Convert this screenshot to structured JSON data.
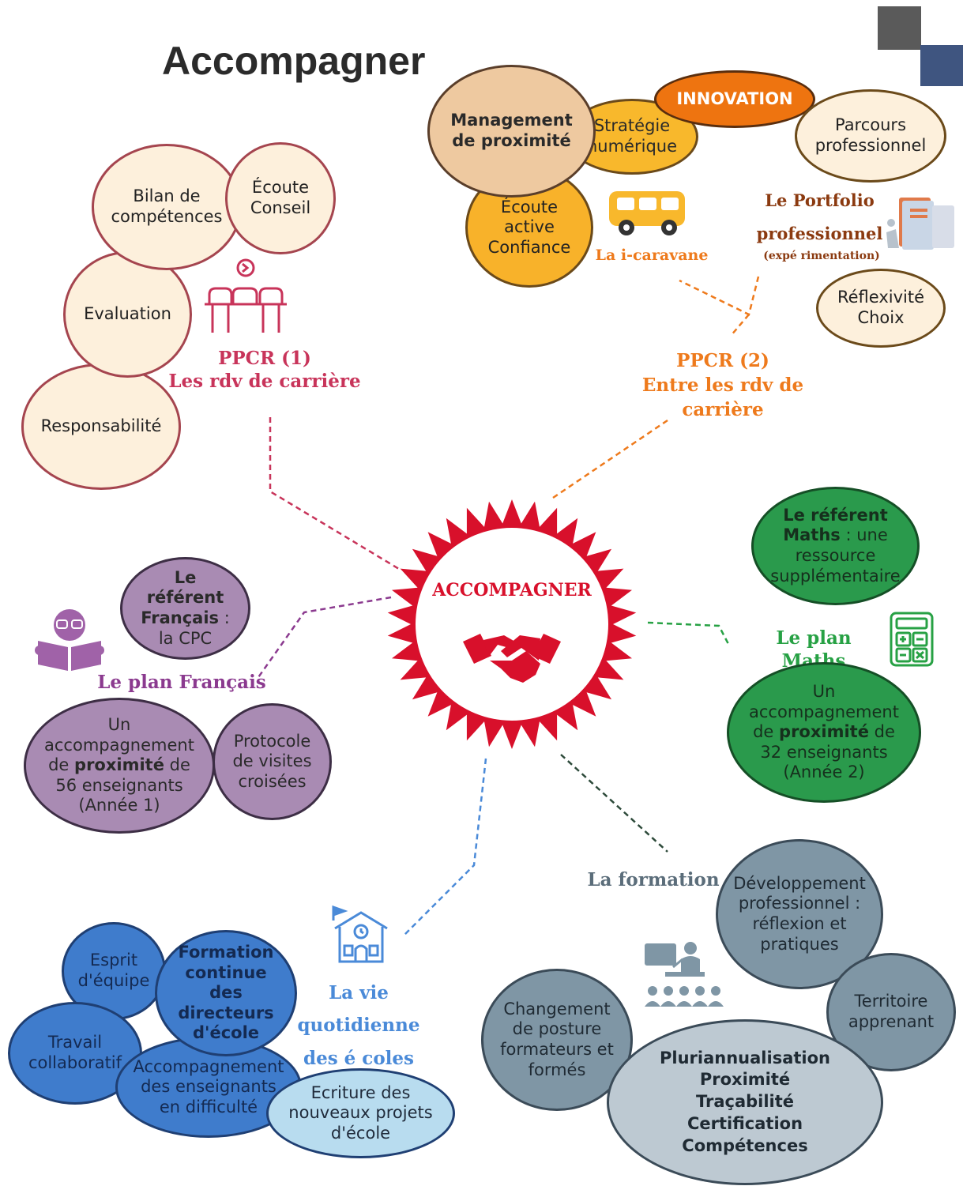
{
  "title": "Accompagner",
  "center": {
    "label": "ACCOMPAGNER",
    "icon": "handshake-icon"
  },
  "ppcr1": {
    "title": "PPCR (1)",
    "subtitle": "Les rdv de carrière",
    "bubbles": [
      "Bilan de compétences",
      "Écoute Conseil",
      "Evaluation",
      "Responsabilité"
    ]
  },
  "ppcr2": {
    "title": "PPCR (2)",
    "subtitle_line1": "Entre les rdv de",
    "subtitle_line2": "carrière",
    "management": "Management de proximité",
    "strategie": "Stratégie numérique",
    "innovation": "INNOVATION",
    "parcours": "Parcours professionnel",
    "ecoute": "Écoute active Confiance",
    "caravane": "La i-caravane",
    "portfolio_line1": "Le Portfolio",
    "portfolio_line2": "professionnel",
    "portfolio_note": "(expé rimentation)",
    "reflexivite": "Réflexivité Choix"
  },
  "francais": {
    "title": "Le plan Français",
    "referent_bold": "Le référent Français",
    "referent_rest": " : la CPC",
    "accomp_pre": "Un accompagnement de ",
    "accomp_bold": "proximité",
    "accomp_post": " de 56 enseignants (Année 1)",
    "protocole": "Protocole de visites croisées"
  },
  "maths": {
    "title": "Le plan Maths",
    "referent_bold1": "Le référent",
    "referent_bold2": "Maths",
    "referent_rest": " : une ressource supplémentaire",
    "accomp_pre": "Un accompagnement de ",
    "accomp_bold": "proximité",
    "accomp_post": " de 32 enseignants (Année 2)"
  },
  "vie": {
    "title_line1": "La vie",
    "title_line2": "quotidienne",
    "title_line3": "des é coles",
    "esprit": "Esprit d'équipe",
    "formation": "Formation continue des directeurs d'école",
    "travail": "Travail collaboratif",
    "accomp": "Accompagnement des enseignants en difficulté",
    "ecriture": "Ecriture des nouveaux projets d'école"
  },
  "formation": {
    "title": "La formation",
    "developpement": "Développement professionnel : réflexion et pratiques",
    "territoire": "Territoire apprenant",
    "changement": "Changement de posture formateurs et formés",
    "pluri": [
      "Pluriannualisation",
      "Proximité",
      "Traçabilité",
      "Certification",
      "Compétences"
    ]
  },
  "colors": {
    "red": "#d8102b",
    "pink_title": "#c8345a",
    "orange_title": "#ee7a1c",
    "purple_title": "#8b3a8f",
    "green_title": "#27a144",
    "blue_title": "#4a8ad8",
    "slate_title": "#5b6d7a"
  }
}
